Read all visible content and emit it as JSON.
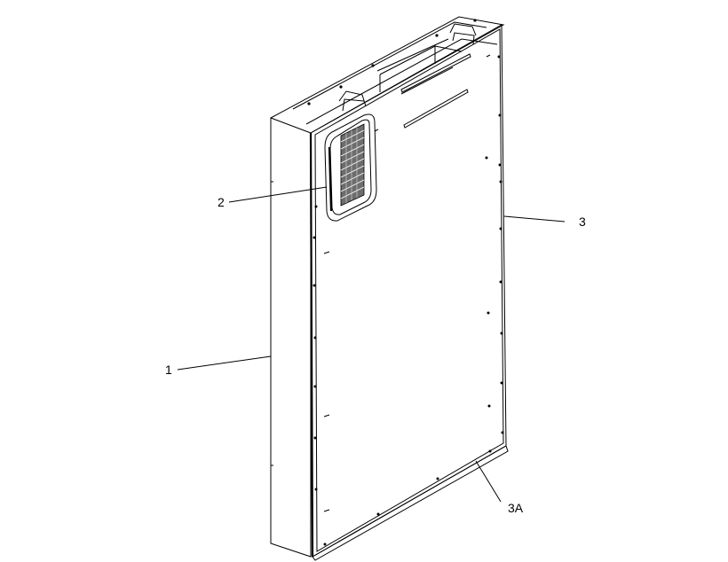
{
  "callouts": {
    "c1": "1",
    "c2": "2",
    "c3": "3",
    "c3a": "3A"
  }
}
